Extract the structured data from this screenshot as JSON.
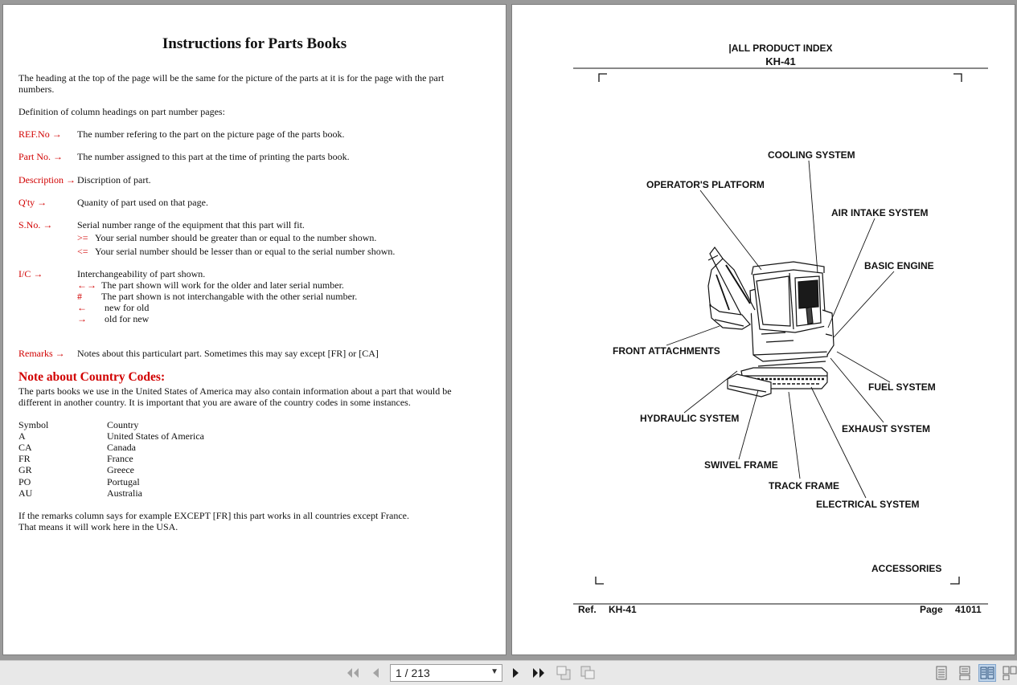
{
  "left_page": {
    "title": "Instructions for Parts Books",
    "intro_line1": "The heading at the top of the page will be the same for the picture of the parts at it is for the page with the part",
    "intro_line2": "numbers.",
    "definition_heading": "Definition of column headings on part number pages:",
    "definitions": [
      {
        "label": "REF.No →",
        "text": "The number refering to the part on the picture page of the parts book."
      },
      {
        "label": "Part No. →",
        "text": "The number assigned to this part at the time of printing the parts book."
      },
      {
        "label": "Description →",
        "text": "Discription of part."
      },
      {
        "label": "Q'ty →",
        "text": "Quanity of part used on that page."
      },
      {
        "label": "S.No. →",
        "text": "Serial number range of the equipment that this part will fit."
      },
      {
        "label": "I/C →",
        "text": "Interchangeability of part shown."
      },
      {
        "label": "Remarks →",
        "text": "Notes about this particulart part. Sometimes this may say except [FR] or [CA]"
      }
    ],
    "sno_sub": [
      {
        "symbol": ">=",
        "text": "Your serial number should be greater than or equal to the number shown."
      },
      {
        "symbol": "<=",
        "text": "Your serial number should be lesser than or equal to the serial number shown."
      }
    ],
    "ic_sub": [
      {
        "symbol": "←→",
        "text": "The part shown will work for the older and later serial number."
      },
      {
        "symbol": "#",
        "text": "The part shown is not interchangable with the other serial number."
      },
      {
        "symbol": "←",
        "text": "new for old"
      },
      {
        "symbol": "→",
        "text": "old for new"
      }
    ],
    "country_heading": "Note about Country Codes:",
    "country_para1": "The parts books we use in the United States of America may also contain information about a part that would be",
    "country_para2": "different in another country. It is important that you are aware of the country codes in some instances.",
    "table_headers": {
      "symbol": "Symbol",
      "country": "Country"
    },
    "countries": [
      {
        "symbol": "A",
        "country": "United States of America"
      },
      {
        "symbol": "CA",
        "country": "Canada"
      },
      {
        "symbol": "FR",
        "country": "France"
      },
      {
        "symbol": "GR",
        "country": "Greece"
      },
      {
        "symbol": "PO",
        "country": "Portugal"
      },
      {
        "symbol": "AU",
        "country": "Australia"
      }
    ],
    "closing1": "If the remarks column says for example EXCEPT [FR] this part works in all countries except France.",
    "closing2": "That means it will work here in the USA."
  },
  "right_page": {
    "header_title": "|ALL PRODUCT INDEX",
    "header_model": "KH-41",
    "labels": {
      "cooling": "COOLING SYSTEM",
      "operator": "OPERATOR'S PLATFORM",
      "air_intake": "AIR INTAKE SYSTEM",
      "basic_engine": "BASIC ENGINE",
      "front_att": "FRONT ATTACHMENTS",
      "fuel": "FUEL SYSTEM",
      "hydraulic": "HYDRAULIC SYSTEM",
      "exhaust": "EXHAUST SYSTEM",
      "swivel": "SWIVEL FRAME",
      "track": "TRACK FRAME",
      "electrical": "ELECTRICAL SYSTEM",
      "accessories": "ACCESSORIES"
    },
    "footer": {
      "ref_label": "Ref.",
      "ref_value": "KH-41",
      "page_label": "Page",
      "page_value": "41011"
    }
  },
  "toolbar": {
    "page_indicator": "1 / 213",
    "icons": [
      "first-page-icon",
      "prev-page-icon",
      "next-page-icon",
      "last-page-icon",
      "prev-view-icon",
      "next-view-icon",
      "single-page-icon",
      "continuous-icon",
      "facing-icon",
      "continuous-facing-icon"
    ]
  }
}
